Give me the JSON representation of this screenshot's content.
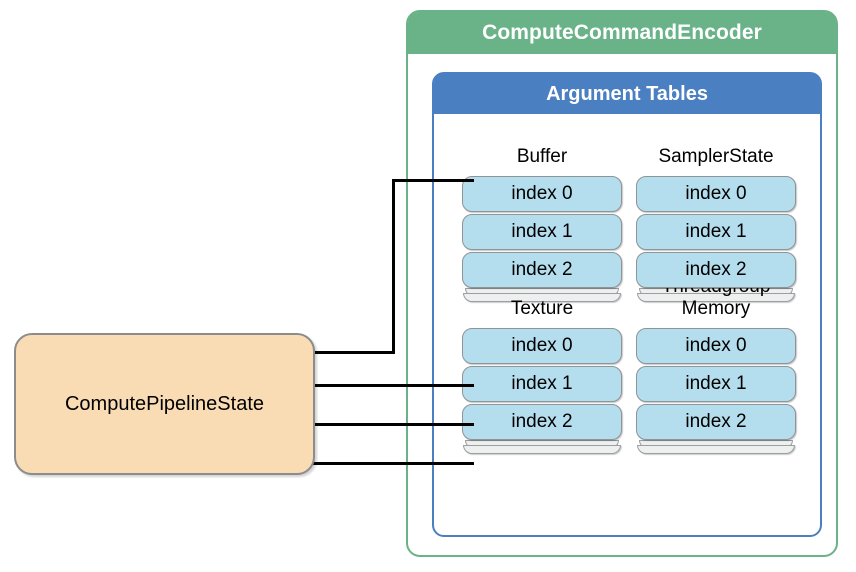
{
  "diagram": {
    "title_hidden": "",
    "encoder": {
      "label": "ComputeCommandEncoder",
      "color": "#6ab388"
    },
    "argument_tables": {
      "label": "Argument Tables",
      "color": "#4a7fc1",
      "columns": [
        {
          "name": "buffer",
          "title": "Buffer",
          "entries": [
            "index 0",
            "index 1",
            "index 2"
          ],
          "has_more": true
        },
        {
          "name": "sampler-state",
          "title": "SamplerState",
          "entries": [
            "index 0",
            "index 1",
            "index 2"
          ],
          "has_more": true
        },
        {
          "name": "texture",
          "title": "Texture",
          "entries": [
            "index 0",
            "index 1",
            "index 2"
          ],
          "has_more": true
        },
        {
          "name": "threadgroup-memory",
          "title": "Threadgroup\nMemory",
          "entries": [
            "index 0",
            "index 1",
            "index 2"
          ],
          "has_more": true
        }
      ]
    },
    "pipeline_state": {
      "label": "ComputePipelineState",
      "fill_color": "#fadcb4",
      "border_color": "#8c8c8c"
    },
    "entry_fill_color": "#b4dded",
    "connector_color": "#000000",
    "connections": [
      {
        "from": "ComputePipelineState",
        "to": "Buffer index 0"
      },
      {
        "from": "ComputePipelineState",
        "to": "Texture index 0"
      },
      {
        "from": "ComputePipelineState",
        "to": "Texture index 1"
      },
      {
        "from": "ComputePipelineState",
        "to": "Texture index 2"
      }
    ]
  }
}
